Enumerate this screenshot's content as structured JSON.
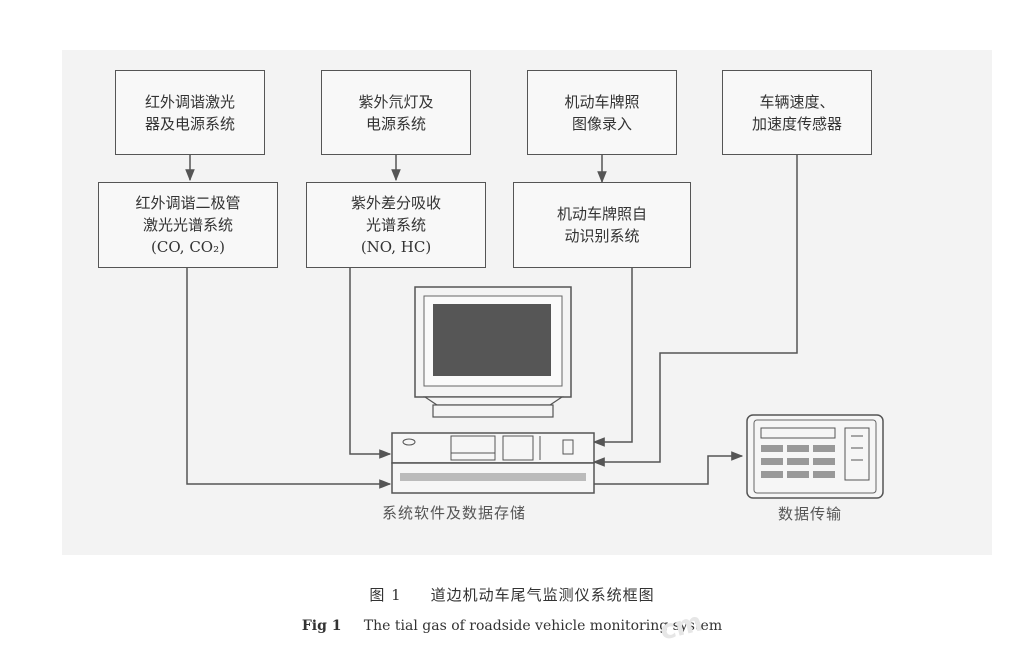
{
  "boxes": {
    "ir_laser_power": [
      "红外调谐激光",
      "器及电源系统"
    ],
    "uv_lamp_power": [
      "紫外氘灯及",
      "电源系统"
    ],
    "plate_image_input": [
      "机动车牌照",
      "图像录入"
    ],
    "speed_accel_sensor": [
      "车辆速度、",
      "加速度传感器"
    ],
    "tdlas_spectrum": [
      "红外调谐二极管",
      "激光光谱系统",
      "(CO, CO₂)"
    ],
    "uv_doas_spectrum": [
      "紫外差分吸收",
      "光谱系统",
      "(NO, HC)"
    ],
    "plate_recognition": [
      "机动车牌照自",
      "动识别系统"
    ]
  },
  "labels": {
    "system_software": "系统软件及数据存储",
    "data_transmission": "数据传输"
  },
  "caption": {
    "cn_number": "图 1",
    "cn_title": "道边机动车尾气监测仪系统框图",
    "en_number": "Fig 1",
    "en_title": "The tial gas of roadside vehicle monitoring system"
  },
  "watermark": "cm"
}
